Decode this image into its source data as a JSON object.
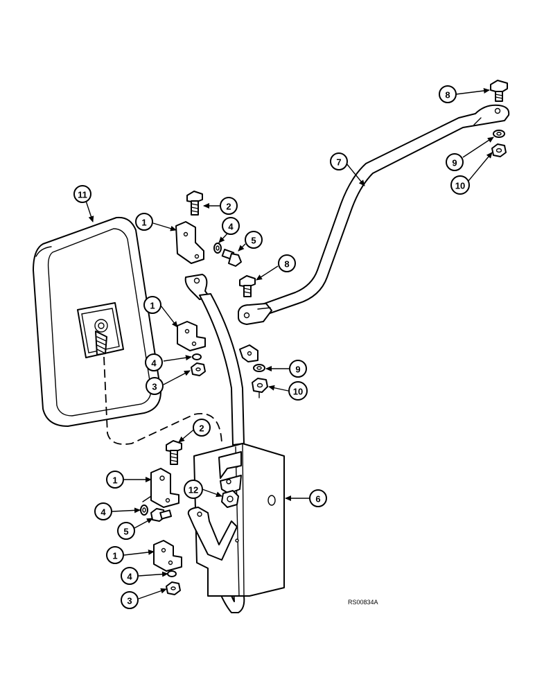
{
  "figure": {
    "reference_code": "RS00834A",
    "callouts": [
      {
        "id": "c11a",
        "label": "11"
      },
      {
        "id": "c2a",
        "label": "2"
      },
      {
        "id": "c1a",
        "label": "1"
      },
      {
        "id": "c4a",
        "label": "4"
      },
      {
        "id": "c5a",
        "label": "5"
      },
      {
        "id": "c8a",
        "label": "8"
      },
      {
        "id": "c7",
        "label": "7"
      },
      {
        "id": "c8b",
        "label": "8"
      },
      {
        "id": "c9a",
        "label": "9"
      },
      {
        "id": "c10a",
        "label": "10"
      },
      {
        "id": "c1b",
        "label": "1"
      },
      {
        "id": "c4b",
        "label": "4"
      },
      {
        "id": "c3a",
        "label": "3"
      },
      {
        "id": "c9b",
        "label": "9"
      },
      {
        "id": "c10b",
        "label": "10"
      },
      {
        "id": "c2b",
        "label": "2"
      },
      {
        "id": "c1c",
        "label": "1"
      },
      {
        "id": "c12",
        "label": "12"
      },
      {
        "id": "c6",
        "label": "6"
      },
      {
        "id": "c4c",
        "label": "4"
      },
      {
        "id": "c5b",
        "label": "5"
      },
      {
        "id": "c1d",
        "label": "1"
      },
      {
        "id": "c4d",
        "label": "4"
      },
      {
        "id": "c3b",
        "label": "3"
      }
    ]
  }
}
